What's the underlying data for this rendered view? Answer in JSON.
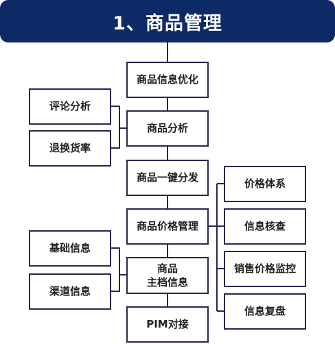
{
  "header": {
    "title": "1、商品管理"
  },
  "center": [
    {
      "id": "product-info-optimize",
      "label": "商品信息优化"
    },
    {
      "id": "product-analysis",
      "label": "商品分析"
    },
    {
      "id": "product-one-click",
      "label": "商品一键分发"
    },
    {
      "id": "product-price-management",
      "label": "商品价格管理"
    },
    {
      "id": "product-master-info",
      "label_line1": "商品",
      "label_line2": "主档信息"
    },
    {
      "id": "pim-connect",
      "label": "PIM对接"
    }
  ],
  "left": [
    {
      "id": "review-analysis",
      "label": "评论分析"
    },
    {
      "id": "return-exchange-rate",
      "label": "退换货率"
    },
    {
      "id": "basic-info",
      "label": "基础信息"
    },
    {
      "id": "channel-info",
      "label": "渠道信息"
    }
  ],
  "right": [
    {
      "id": "price-system",
      "label": "价格体系"
    },
    {
      "id": "info-check",
      "label": "信息核查"
    },
    {
      "id": "sales-price-monitor",
      "label": "销售价格监控"
    },
    {
      "id": "info-review",
      "label": "信息复盘"
    }
  ],
  "colors": {
    "header_bg": "#0d2a66",
    "border": "#2a2450",
    "text": "#1f1f1f"
  }
}
